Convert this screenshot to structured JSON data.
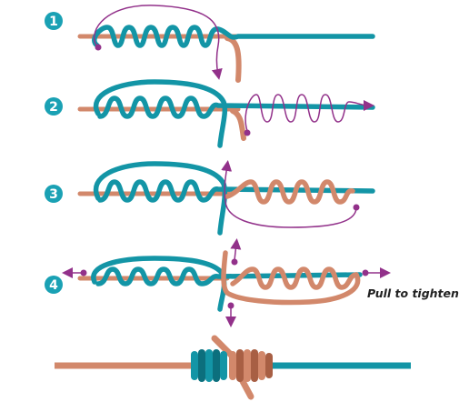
{
  "colors": {
    "rope_teal": "#1395a6",
    "rope_teal_dark": "#0c6f7d",
    "rope_tan": "#d2886b",
    "rope_tan_dark": "#a85f44",
    "guide_purple": "#92318a",
    "badge": "#1aa1b4",
    "background": "#ffffff"
  },
  "steps": [
    {
      "number": "1",
      "caption": ""
    },
    {
      "number": "2",
      "caption": ""
    },
    {
      "number": "3",
      "caption": ""
    },
    {
      "number": "4",
      "caption": "Pull to tighten"
    }
  ],
  "icons": [
    "step-badge-icon",
    "arrow-head-icon",
    "guide-dot-icon"
  ]
}
